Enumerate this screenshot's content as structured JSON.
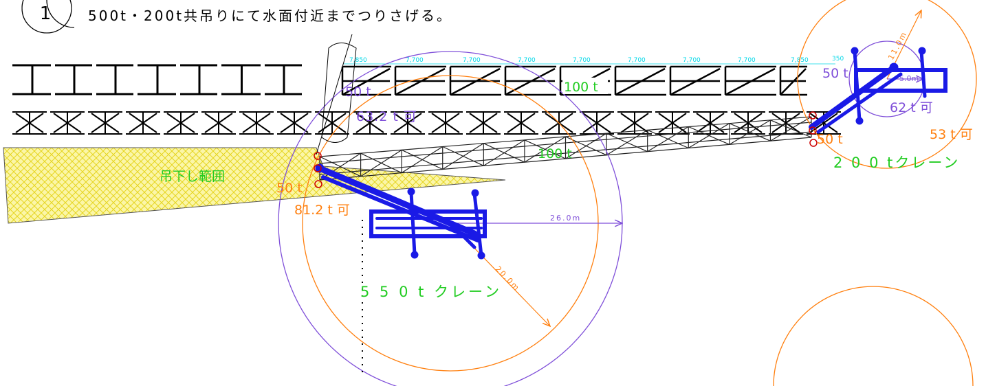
{
  "header": {
    "step_number": "1",
    "instruction": "500t・200t共吊りにて水面付近までつりさげる。"
  },
  "dimensions": {
    "spans": [
      "7,850",
      "7,700",
      "7,700",
      "7,700",
      "7,700",
      "7,700",
      "7,700",
      "7,700",
      "7,850"
    ],
    "end_offset": "350"
  },
  "labels": {
    "load_50t_upper": "50 t",
    "cap_63t": "63.2 t 可",
    "load_100t_upper": "100 t",
    "load_100t_lower": "100 t",
    "load_50t_right_upper": "50 t",
    "cap_62t": "62 t 可",
    "cap_53t": "53 t 可",
    "load_50t_right_lower": "50 t",
    "crane_200t": "2 0 0 tクレーン",
    "hanging_range": "吊下し範囲",
    "load_50t_left": "50 t",
    "cap_81t": "81.2 t 可",
    "crane_550t": "5 5 0 t クレーン"
  },
  "radii": {
    "r_26m": "26.0m",
    "r_20m": "20.0m",
    "r_11m": "11.0m",
    "r_5m": "5.0m"
  },
  "colors": {
    "crane_blue": "#1a1ae6",
    "purple": "#7f4fd9",
    "orange": "#ff7f0e",
    "green": "#22cc22",
    "cyan": "#00d8e8",
    "red": "#cc0000",
    "hatch_yellow": "#f2e23a"
  }
}
